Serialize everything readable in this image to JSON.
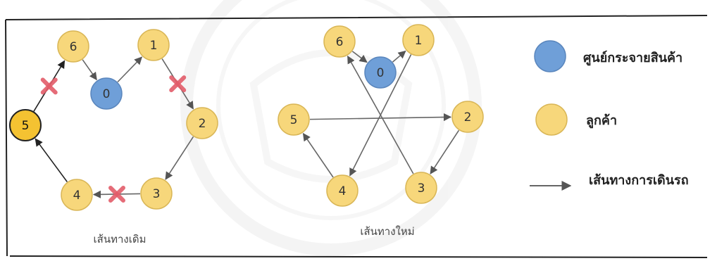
{
  "colors": {
    "depot": "#6f9fd8",
    "depot_stroke": "#5a86bd",
    "customer": "#f7d77b",
    "customer_stroke": "#d9b656",
    "highlight": "#f4c232",
    "highlight_stroke": "#c9971a",
    "arrow": "#666666",
    "cut": "#e35d6a",
    "frame": "#222222",
    "watermark": "#ececec"
  },
  "original_route": {
    "caption": "เส้นทางเดิม",
    "nodes": [
      {
        "id": "n6",
        "label": "6",
        "kind": "customer"
      },
      {
        "id": "n1",
        "label": "1",
        "kind": "customer"
      },
      {
        "id": "n0",
        "label": "0",
        "kind": "depot"
      },
      {
        "id": "n5",
        "label": "5",
        "kind": "highlight"
      },
      {
        "id": "n2",
        "label": "2",
        "kind": "customer"
      },
      {
        "id": "n4",
        "label": "4",
        "kind": "customer"
      },
      {
        "id": "n3",
        "label": "3",
        "kind": "customer"
      }
    ],
    "edges": [
      {
        "from": "n6",
        "to": "n0",
        "cut": false
      },
      {
        "from": "n0",
        "to": "n1",
        "cut": false
      },
      {
        "from": "n1",
        "to": "n2",
        "cut": true
      },
      {
        "from": "n2",
        "to": "n3",
        "cut": false
      },
      {
        "from": "n3",
        "to": "n4",
        "cut": true
      },
      {
        "from": "n4",
        "to": "n5",
        "cut": false
      },
      {
        "from": "n5",
        "to": "n6",
        "cut": true
      }
    ]
  },
  "new_route": {
    "caption": "เส้นทางใหม่",
    "nodes": [
      {
        "id": "m6",
        "label": "6",
        "kind": "customer"
      },
      {
        "id": "m1",
        "label": "1",
        "kind": "customer"
      },
      {
        "id": "m0",
        "label": "0",
        "kind": "depot"
      },
      {
        "id": "m5",
        "label": "5",
        "kind": "customer"
      },
      {
        "id": "m2",
        "label": "2",
        "kind": "customer"
      },
      {
        "id": "m4",
        "label": "4",
        "kind": "customer"
      },
      {
        "id": "m3",
        "label": "3",
        "kind": "customer"
      }
    ],
    "edges": [
      {
        "from": "m6",
        "to": "m0"
      },
      {
        "from": "m0",
        "to": "m1"
      },
      {
        "from": "m1",
        "to": "m4"
      },
      {
        "from": "m4",
        "to": "m5"
      },
      {
        "from": "m5",
        "to": "m2"
      },
      {
        "from": "m2",
        "to": "m3"
      },
      {
        "from": "m3",
        "to": "m6"
      }
    ]
  },
  "legend": {
    "depot_label": "ศูนย์กระจายสินค้า",
    "customer_label": "ลูกค้า",
    "route_label": "เส้นทางการเดินรถ"
  }
}
